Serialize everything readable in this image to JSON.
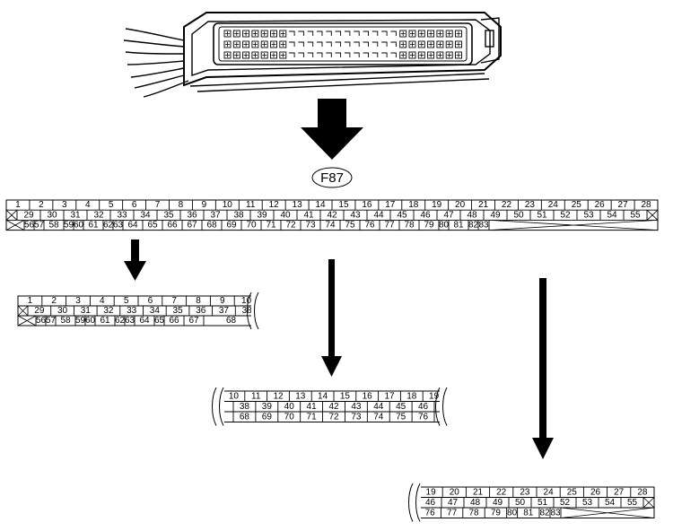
{
  "connector_label": "F87",
  "icons": {
    "connector": "ecu-connector-plug-icon",
    "arrow": "down-arrow-icon",
    "empty_cell": "crossed-empty-cell",
    "break": "connector-break-mark"
  },
  "main_table": {
    "row1": [
      "1",
      "2",
      "3",
      "4",
      "5",
      "6",
      "7",
      "8",
      "9",
      "10",
      "11",
      "12",
      "13",
      "14",
      "15",
      "16",
      "17",
      "18",
      "19",
      "20",
      "21",
      "22",
      "23",
      "24",
      "25",
      "26",
      "27",
      "28"
    ],
    "row2": [
      "29",
      "30",
      "31",
      "32",
      "33",
      "34",
      "35",
      "36",
      "37",
      "38",
      "39",
      "40",
      "41",
      "42",
      "43",
      "44",
      "45",
      "46",
      "47",
      "48",
      "49",
      "50",
      "51",
      "52",
      "53",
      "54",
      "55"
    ],
    "row3": [
      "56",
      "57",
      "58",
      "59",
      "60",
      "61",
      "62",
      "63",
      "64",
      "65",
      "66",
      "67",
      "68",
      "69",
      "70",
      "71",
      "72",
      "73",
      "74",
      "75",
      "76",
      "77",
      "78",
      "79",
      "80",
      "81",
      "82",
      "83"
    ]
  },
  "left_detail": {
    "row1": [
      "1",
      "2",
      "3",
      "4",
      "5",
      "6",
      "7",
      "8",
      "9",
      "10"
    ],
    "row2": [
      "29",
      "30",
      "31",
      "32",
      "33",
      "34",
      "35",
      "36",
      "37",
      "38"
    ],
    "row3": [
      "56",
      "57",
      "58",
      "59",
      "60",
      "61",
      "62",
      "63",
      "64",
      "65",
      "66",
      "67",
      "68"
    ]
  },
  "center_detail": {
    "row1": [
      "10",
      "11",
      "12",
      "13",
      "14",
      "15",
      "16",
      "17",
      "18",
      "19"
    ],
    "row2": [
      "38",
      "39",
      "40",
      "41",
      "42",
      "43",
      "44",
      "45",
      "46"
    ],
    "row3": [
      "68",
      "69",
      "70",
      "71",
      "72",
      "73",
      "74",
      "75",
      "76"
    ]
  },
  "right_detail": {
    "row1": [
      "19",
      "20",
      "21",
      "22",
      "23",
      "24",
      "25",
      "26",
      "27",
      "28"
    ],
    "row2": [
      "46",
      "47",
      "48",
      "49",
      "50",
      "51",
      "52",
      "53",
      "54",
      "55"
    ],
    "row3": [
      "76",
      "77",
      "78",
      "79",
      "80",
      "81",
      "82",
      "83"
    ]
  }
}
